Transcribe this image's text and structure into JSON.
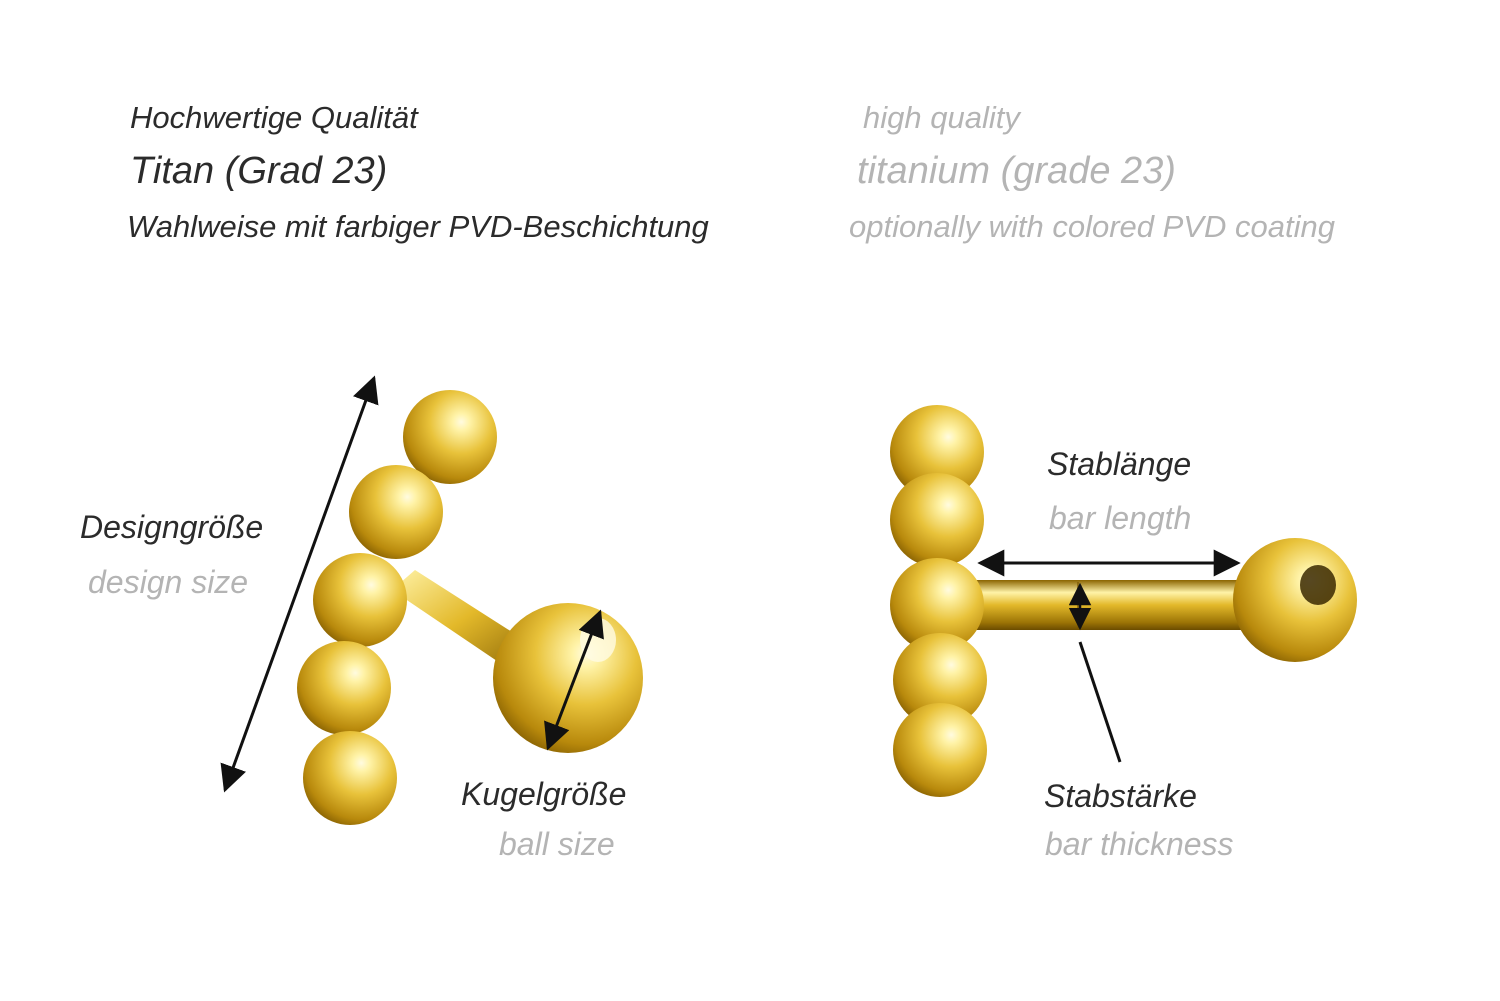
{
  "header": {
    "de": {
      "quality": "Hochwertige Qualität",
      "material": "Titan (Grad 23)",
      "coating": "Wahlweise mit farbiger PVD-Beschichtung"
    },
    "en": {
      "quality": "high quality",
      "material": "titanium (grade 23)",
      "coating": "optionally with colored PVD coating"
    }
  },
  "labels": {
    "design_size": {
      "de": "Designgröße",
      "en": "design size"
    },
    "ball_size": {
      "de": "Kugelgröße",
      "en": "ball size"
    },
    "bar_length": {
      "de": "Stablänge",
      "en": "bar length"
    },
    "bar_thickness": {
      "de": "Stabstärke",
      "en": "bar thickness"
    }
  },
  "colors": {
    "gold_light": "#fff3a8",
    "gold_mid": "#e3b92a",
    "gold_dark": "#8a6400",
    "text_dark": "#2b2b2b",
    "text_light": "#b4b4b4"
  }
}
